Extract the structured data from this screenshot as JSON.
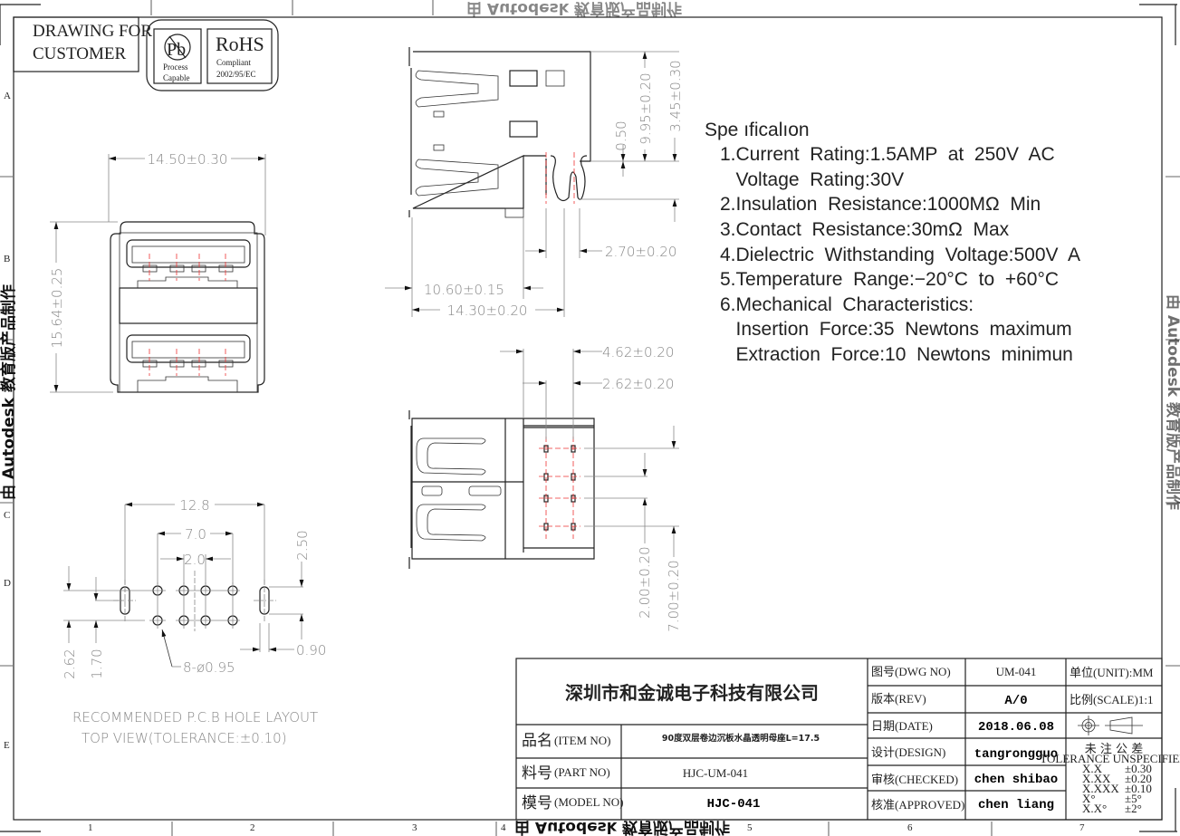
{
  "header_box": {
    "line1": "DRAWING FOR",
    "line2": "CUSTOMER"
  },
  "logos": {
    "pb_symbol": "Pb",
    "pb_line1": "Process",
    "pb_line2": "Capable",
    "rohs_title": "RoHS",
    "rohs_line1": "Compliant",
    "rohs_line2": "2002/95/EC"
  },
  "watermark": "由 Autodesk 教育版产品制作",
  "frame": {
    "rows": [
      "A",
      "B",
      "C",
      "D",
      "E"
    ],
    "cols": [
      "1",
      "2",
      "3",
      "4",
      "5",
      "6",
      "7"
    ]
  },
  "front_view": {
    "width_dim": "14.50±0.30",
    "height_dim": "15.64±0.25"
  },
  "side_view": {
    "dim_a": "0.50",
    "dim_b": "9.95±0.20",
    "dim_c": "3.45±0.30",
    "dim_d": "2.70±0.20",
    "dim_e": "10.60±0.15",
    "dim_f": "14.30±0.20"
  },
  "bottom_view": {
    "dim_a": "4.62±0.20",
    "dim_b": "2.62±0.20",
    "dim_c": "2.00±0.20",
    "dim_d": "7.00±0.20"
  },
  "pcb_layout": {
    "dim_width": "12.8",
    "dim_outer_pitch": "7.0",
    "dim_inner_pitch": "2.0",
    "dim_slot_height": "2.50",
    "dim_slot_width": "0.90",
    "dim_row_a": "2.62",
    "dim_row_b": "1.70",
    "hole_note": "8-ø0.95",
    "caption1": "RECOMMENDED P.C.B HOLE LAYOUT",
    "caption2": "TOP VIEW(TOLERANCE:±0.10)"
  },
  "specification": {
    "title": "Spe ıficalıon",
    "lines": [
      "1.Current  Rating:1.5AMP  at  250V  AC",
      "   Voltage  Rating:30V",
      "2.Insulation  Resistance:1000MΩ  Min",
      "3.Contact  Resistance:30mΩ  Max",
      "4.Dielectric  Withstanding  Voltage:500V  A",
      "5.Temperature  Range:−20°C  to  +60°C",
      "6.Mechanical  Characteristics:",
      "   Insertion  Force:35  Newtons  maximum",
      "   Extraction  Force:10  Newtons  minimun"
    ]
  },
  "title_block": {
    "company": "深圳市和金诚电子科技有限公司",
    "item_label": "品名",
    "item_label_en": "(ITEM NO)",
    "item_value": "90度双层卷边沉板水晶透明母座L=17.5",
    "part_label": "料号",
    "part_label_en": "(PART NO)",
    "part_value": "HJC-UM-041",
    "model_label": "模号",
    "model_label_en": "(MODEL NO)",
    "model_value": "HJC-041",
    "dwg_label": "图号(DWG NO)",
    "dwg_value": "UM-041",
    "rev_label": "版本(REV)",
    "rev_value": "A/0",
    "date_label": "日期(DATE)",
    "date_value": "2018.06.08",
    "design_label": "设计(DESIGN)",
    "design_value": "tangrongguo",
    "checked_label": "审核(CHECKED)",
    "checked_value": "chen shibao",
    "approved_label": "核准(APPROVED)",
    "approved_value": "chen liang",
    "unit": "单位(UNIT):MM",
    "scale": "比例(SCALE)1:1",
    "tolerance_title": "未 注 公 差",
    "tolerance_subtitle": "TOLERANCE UNSPECIFIED",
    "tolerances": [
      {
        "k": "X.X",
        "v": "±0.30"
      },
      {
        "k": "X.XX",
        "v": "±0.20"
      },
      {
        "k": "X.XXX",
        "v": "±0.10"
      },
      {
        "k": "X°",
        "v": "±5°"
      },
      {
        "k": "X.X°",
        "v": "±2°"
      }
    ]
  }
}
